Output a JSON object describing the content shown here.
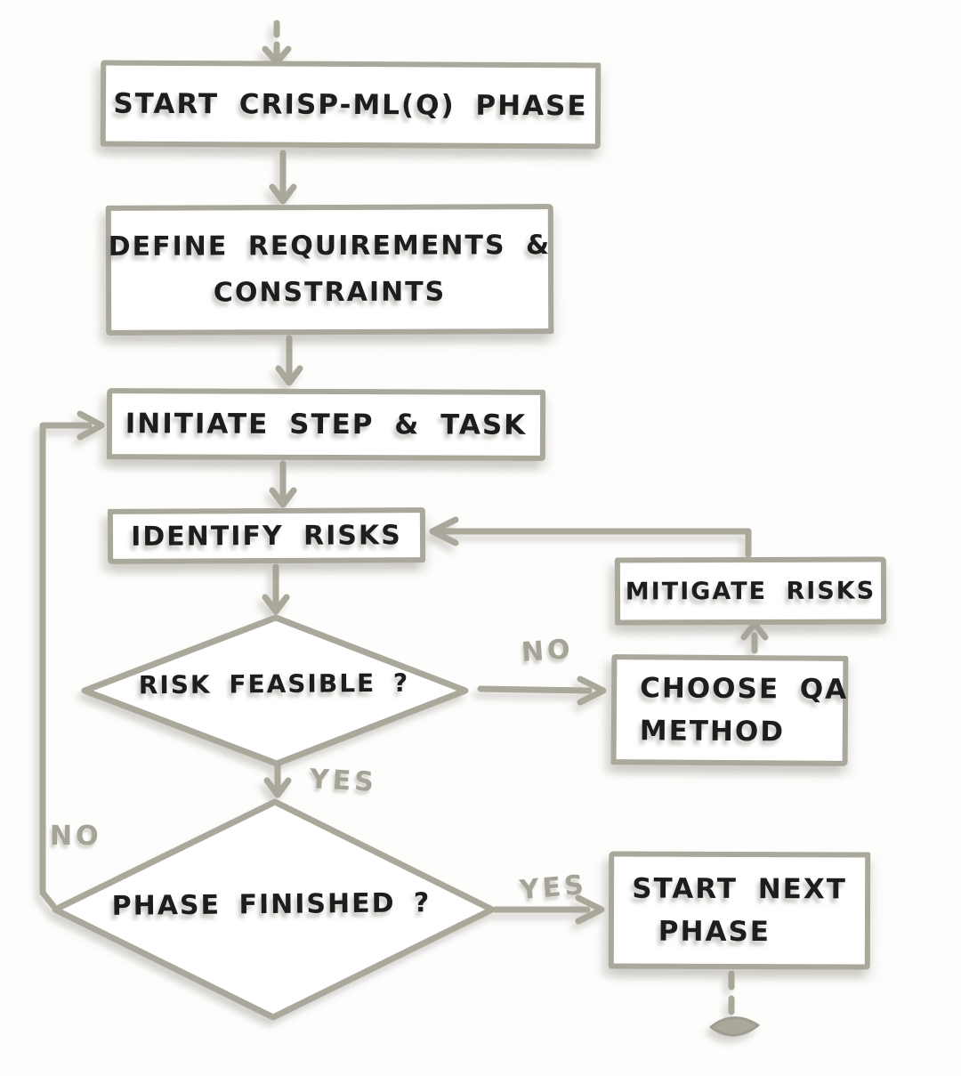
{
  "flowchart": {
    "nodes": {
      "start_phase": {
        "type": "process",
        "label": "START CRISP-ML(Q) PHASE"
      },
      "define_requirements": {
        "type": "process",
        "line1": "DEFINE REQUIREMENTS &",
        "line2": "CONSTRAINTS"
      },
      "initiate_step": {
        "type": "process",
        "label": "INITIATE STEP & TASK"
      },
      "identify_risks": {
        "type": "process",
        "label": "IDENTIFY RISKS"
      },
      "risk_feasible": {
        "type": "decision",
        "label": "RISK FEASIBLE ?"
      },
      "choose_qa_method": {
        "type": "process",
        "line1": "CHOOSE QA",
        "line2": "METHOD"
      },
      "mitigate_risks": {
        "type": "process",
        "label": "MITIGATE RISKS"
      },
      "phase_finished": {
        "type": "decision",
        "label": "PHASE FINISHED ?"
      },
      "start_next_phase": {
        "type": "process",
        "line1": "START NEXT",
        "line2": "PHASE"
      }
    },
    "edge_labels": {
      "risk_no": "NO",
      "risk_yes": "YES",
      "phase_no": "NO",
      "phase_yes": "YES"
    },
    "edges": [
      {
        "from": "entry",
        "to": "start_phase",
        "style": "dashed-arrow"
      },
      {
        "from": "start_phase",
        "to": "define_requirements",
        "style": "arrow"
      },
      {
        "from": "define_requirements",
        "to": "initiate_step",
        "style": "arrow"
      },
      {
        "from": "initiate_step",
        "to": "identify_risks",
        "style": "arrow"
      },
      {
        "from": "identify_risks",
        "to": "risk_feasible",
        "style": "arrow"
      },
      {
        "from": "risk_feasible",
        "to": "choose_qa_method",
        "style": "arrow",
        "label": "NO"
      },
      {
        "from": "choose_qa_method",
        "to": "mitigate_risks",
        "style": "arrow"
      },
      {
        "from": "mitigate_risks",
        "to": "identify_risks",
        "style": "arrow"
      },
      {
        "from": "risk_feasible",
        "to": "phase_finished",
        "style": "arrow",
        "label": "YES"
      },
      {
        "from": "phase_finished",
        "to": "initiate_step",
        "style": "arrow",
        "label": "NO"
      },
      {
        "from": "phase_finished",
        "to": "start_next_phase",
        "style": "arrow",
        "label": "YES"
      },
      {
        "from": "start_next_phase",
        "to": "exit",
        "style": "dashed-terminator"
      }
    ],
    "colors": {
      "line": "#aaa79b",
      "node_border": "#aaa79b",
      "node_fill": "#ffffff",
      "text": "#1d1d1d",
      "edge_label_text": "#a5a296",
      "background": "#fdfdfc"
    }
  }
}
